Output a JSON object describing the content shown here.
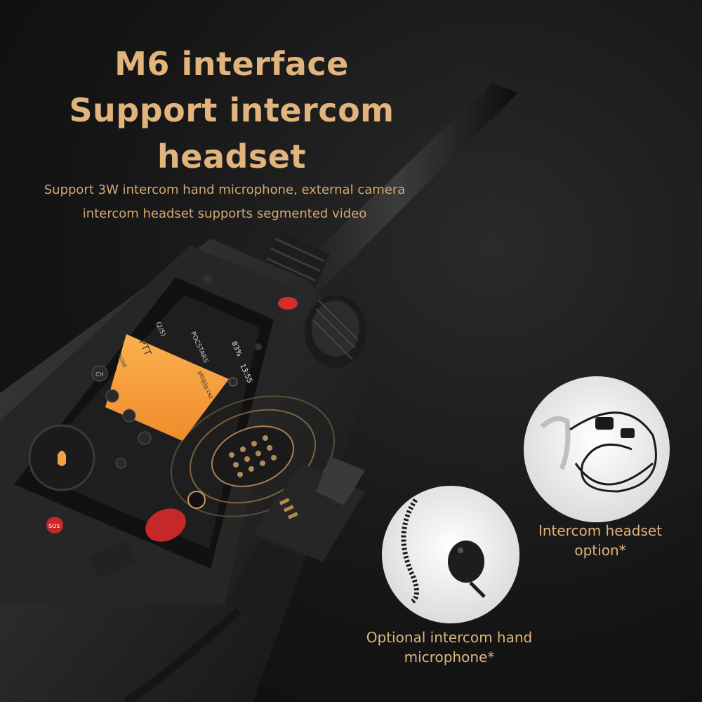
{
  "headline": {
    "line1": "M6 interface",
    "line2": "Support intercom",
    "line3": "headset"
  },
  "subheadline": {
    "line1": "Support 3W intercom hand microphone, external camera",
    "line2": "intercom headset supports segmented video"
  },
  "device_screen": {
    "app_name": "POCSTARS",
    "battery": "83%",
    "time": "13:55",
    "ptt_label": "PTT",
    "channel_count": "(2/5)",
    "none_label": "NONE",
    "account": "ptt@jg.csz",
    "ch_button": "CH",
    "sos_label": "SOS"
  },
  "captions": {
    "headset_line1": "Intercom headset",
    "headset_line2": "option*",
    "mic_line1": "Optional intercom hand",
    "mic_line2": "microphone*"
  },
  "colors": {
    "accent_gold": "#e0b47c",
    "screen_orange": "#f7a13e",
    "sos_red": "#c62828",
    "background": "#161616"
  }
}
